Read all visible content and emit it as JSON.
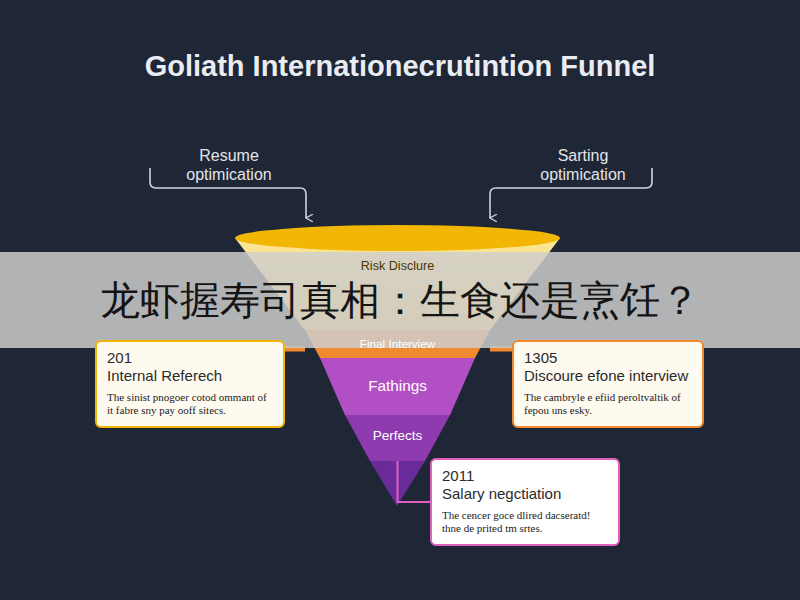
{
  "diagram": {
    "title": "Goliath Internationecrutintion Funnel",
    "nodes": [
      {
        "text": [
          "Risk Disclure"
        ]
      },
      {
        "text": [
          "Final Interview"
        ]
      },
      {
        "text": [
          "Fathings"
        ]
      },
      {
        "text": [
          "Perfects"
        ]
      },
      {
        "text": [
          "201",
          "Internal Referech",
          "The sinist pnogoer cotod ommant of it fabre sny pay ooff sitecs."
        ]
      },
      {
        "text": [
          "1305",
          "Discoure efone interview",
          "The cambryle e efiid peroltvaltik of fepou uns esky."
        ]
      },
      {
        "text": [
          "2011",
          "Salary negctiation",
          "The cencer goce dlired dacseratd! thne de prited tm srtes."
        ]
      }
    ],
    "edges": [
      {
        "from": 4,
        "to": 1,
        "arrow": "none"
      },
      {
        "from": 5,
        "to": 1,
        "arrow": "none"
      },
      {
        "from": 3,
        "to": 6,
        "arrow": "none"
      }
    ],
    "labels": [
      "Resume optimication",
      "Sarting optimication",
      "龙虾握寿司真相：生食还是烹饪？"
    ]
  }
}
